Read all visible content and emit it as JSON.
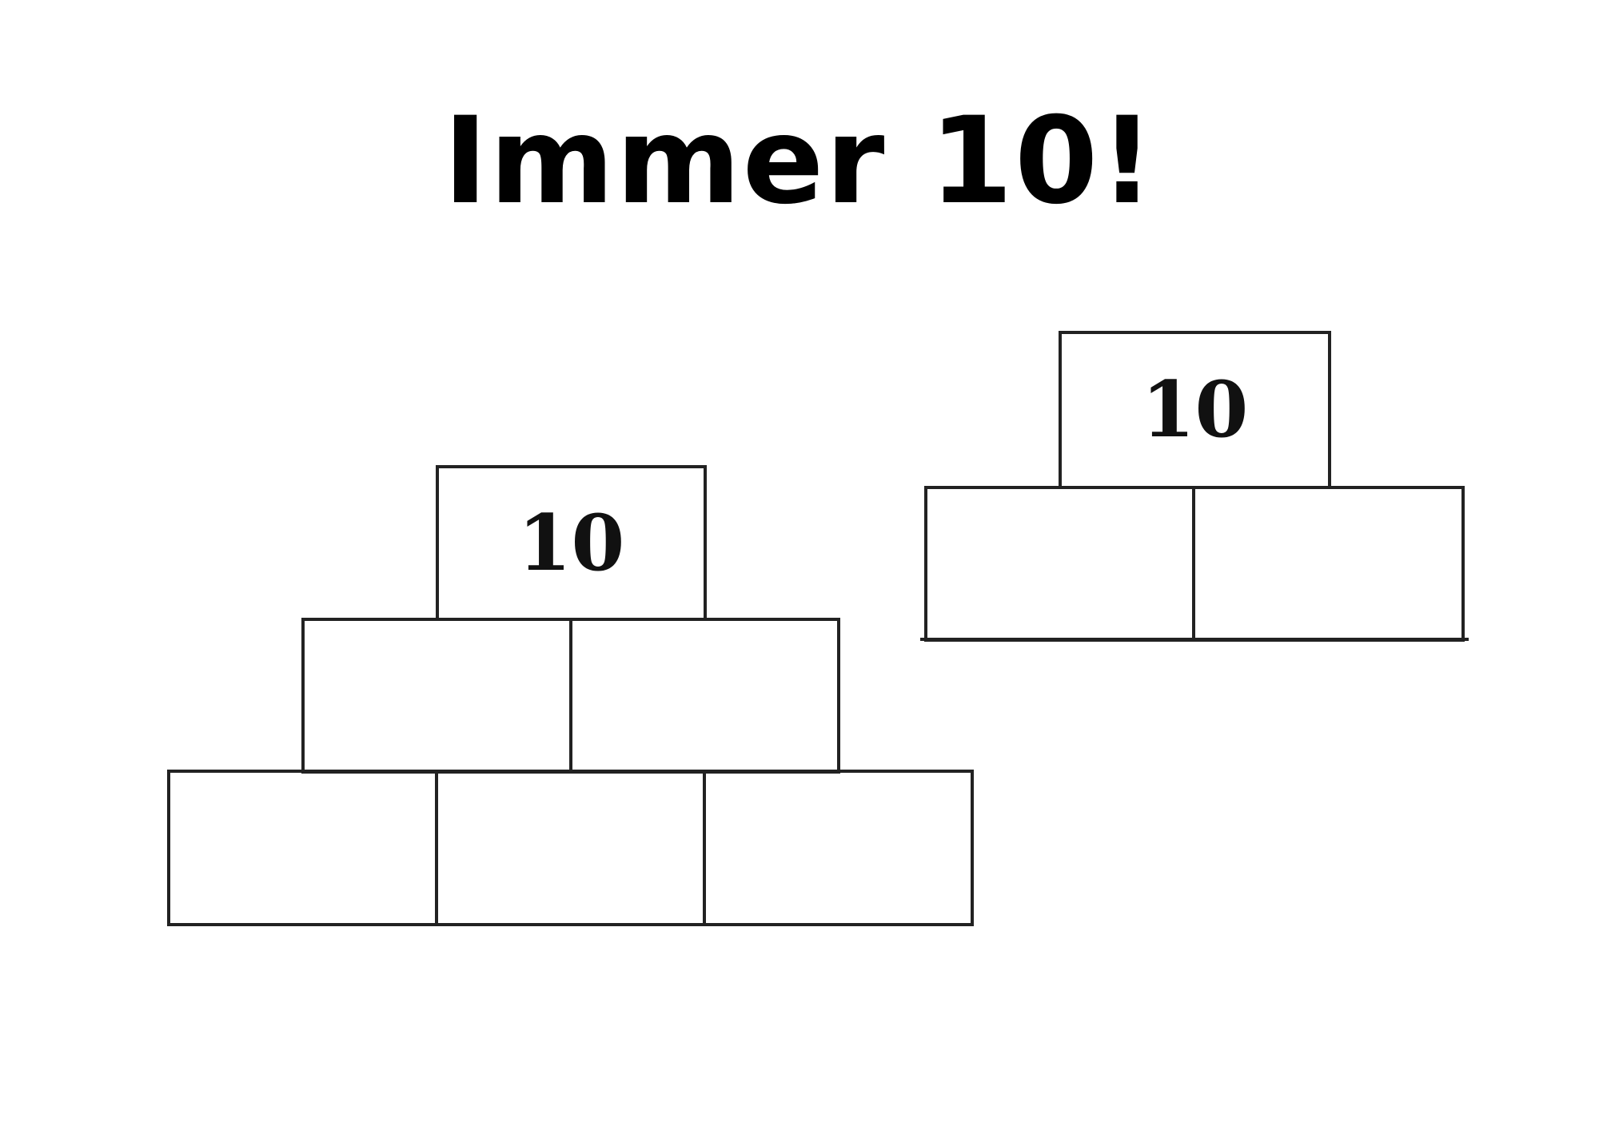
{
  "worksheet": {
    "title": "Immer 10!"
  },
  "pyramid_large": {
    "top_value": "10",
    "row2": [
      "",
      ""
    ],
    "row3": [
      "",
      "",
      ""
    ]
  },
  "pyramid_small": {
    "top_value": "10",
    "row2": [
      "",
      ""
    ]
  },
  "colors": {
    "line": "#222222",
    "text": "#000000",
    "background": "#ffffff"
  }
}
